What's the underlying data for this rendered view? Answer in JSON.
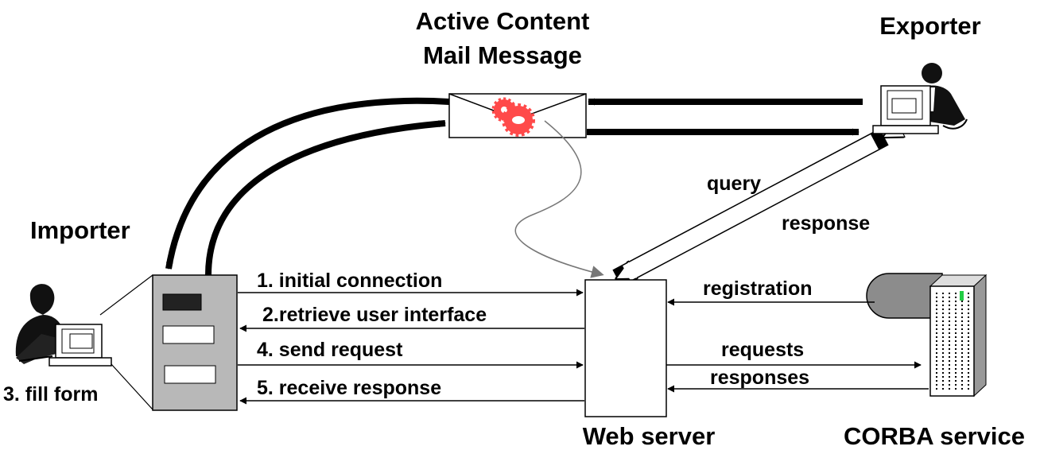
{
  "actors": {
    "importer": "Importer",
    "exporter": "Exporter",
    "fill_form": "3. fill form",
    "web_server": "Web server",
    "corba_service": "CORBA service"
  },
  "mail_message": {
    "line1": "Active Content",
    "line2": "Mail Message"
  },
  "exchange_steps": {
    "step1": "1. initial connection",
    "step2": "2.retrieve user interface",
    "step4": "4. send request",
    "step5": "5. receive response"
  },
  "exporter_link": {
    "query": "query",
    "response": "response"
  },
  "corba_link": {
    "registration": "registration",
    "requests": "requests",
    "responses": "responses"
  },
  "colors": {
    "importer_panel": "#b8b8b8",
    "cog": "#ff4a4a",
    "corba_cylinder": "#8c8c8c"
  }
}
